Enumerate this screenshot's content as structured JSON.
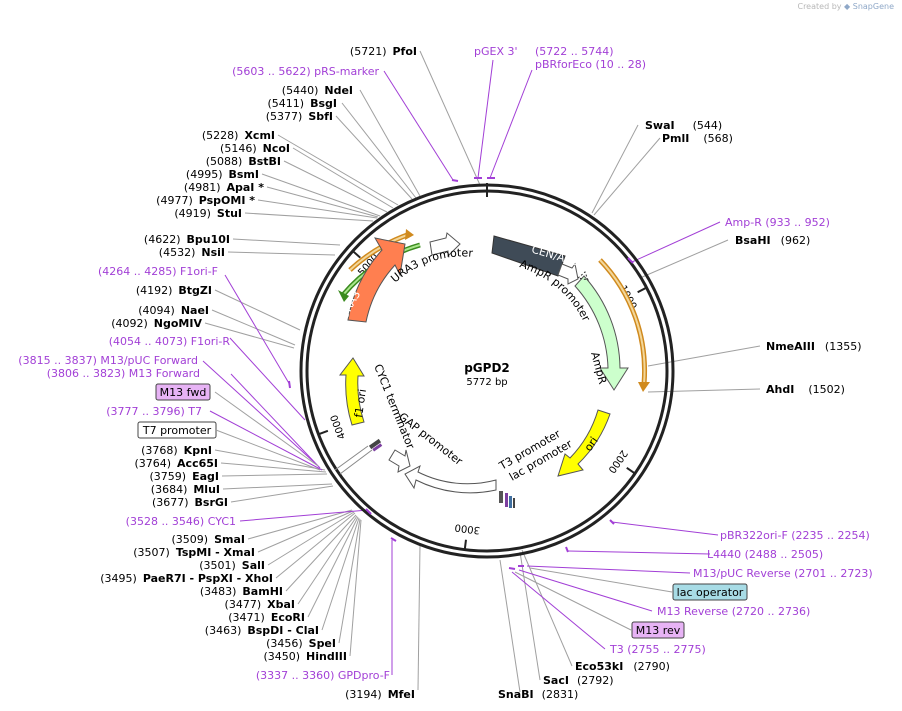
{
  "credit": {
    "prefix": "Created by",
    "brand": "SnapGene"
  },
  "plasmid": {
    "name": "pGPD2",
    "size": "5772 bp"
  },
  "ruler": [
    {
      "label": "1000",
      "angle": 62.4
    },
    {
      "label": "2000",
      "angle": 124.7
    },
    {
      "label": "3000",
      "angle": 187.1
    },
    {
      "label": "4000",
      "angle": 249.4
    },
    {
      "label": "5000",
      "angle": 311.8
    }
  ],
  "features": [
    {
      "name": "CEN/ARS",
      "color": "#3f4b57"
    },
    {
      "name": "AmpR promoter",
      "color": "#ffffff"
    },
    {
      "name": "AmpR",
      "color": "#ccffcc"
    },
    {
      "name": "ori",
      "color": "#ffff00"
    },
    {
      "name": "T3 promoter",
      "color": "#ffffff"
    },
    {
      "name": "lac promoter",
      "color": "#ffffff"
    },
    {
      "name": "GAP promoter",
      "color": "#ffffff"
    },
    {
      "name": "CYC1 terminator",
      "color": "#ffffff"
    },
    {
      "name": "f1 ori",
      "color": "#ffff00"
    },
    {
      "name": "URA3",
      "color": "#ff7f50"
    },
    {
      "name": "URA3 promoter",
      "color": "#ffffff"
    }
  ],
  "sites": [
    {
      "side": "L",
      "pos": "(5721)",
      "name": "PfoI",
      "bold": true
    },
    {
      "side": "L",
      "pos": "(5440)",
      "name": "NdeI",
      "bold": true
    },
    {
      "side": "L",
      "pos": "(5411)",
      "name": "BsgI",
      "bold": true
    },
    {
      "side": "L",
      "pos": "(5377)",
      "name": "SbfI",
      "bold": true
    },
    {
      "side": "L",
      "pos": "(5228)",
      "name": "XcmI",
      "bold": true
    },
    {
      "side": "L",
      "pos": "(5146)",
      "name": "NcoI",
      "bold": true
    },
    {
      "side": "L",
      "pos": "(5088)",
      "name": "BstBI",
      "bold": true
    },
    {
      "side": "L",
      "pos": "(4995)",
      "name": "BsmI",
      "bold": true
    },
    {
      "side": "L",
      "pos": "(4981)",
      "name": "ApaI *",
      "bold": true
    },
    {
      "side": "L",
      "pos": "(4977)",
      "name": "PspOMI *",
      "bold": true
    },
    {
      "side": "L",
      "pos": "(4919)",
      "name": "StuI",
      "bold": true
    },
    {
      "side": "L",
      "pos": "(4622)",
      "name": "Bpu10I",
      "bold": true
    },
    {
      "side": "L",
      "pos": "(4532)",
      "name": "NsiI",
      "bold": true
    },
    {
      "side": "L",
      "pos": "(4192)",
      "name": "BtgZI",
      "bold": true
    },
    {
      "side": "L",
      "pos": "(4094)",
      "name": "NaeI",
      "bold": true
    },
    {
      "side": "L",
      "pos": "(4092)",
      "name": "NgoMIV",
      "bold": true
    },
    {
      "side": "L",
      "pos": "(3768)",
      "name": "KpnI",
      "bold": true
    },
    {
      "side": "L",
      "pos": "(3764)",
      "name": "Acc65I",
      "bold": true
    },
    {
      "side": "L",
      "pos": "(3759)",
      "name": "EagI",
      "bold": true
    },
    {
      "side": "L",
      "pos": "(3684)",
      "name": "MluI",
      "bold": true
    },
    {
      "side": "L",
      "pos": "(3677)",
      "name": "BsrGI",
      "bold": true
    },
    {
      "side": "L",
      "pos": "(3509)",
      "name": "SmaI",
      "bold": true
    },
    {
      "side": "L",
      "pos": "(3507)",
      "name": "TspMI  - XmaI",
      "bold": true
    },
    {
      "side": "L",
      "pos": "(3501)",
      "name": "SalI",
      "bold": true
    },
    {
      "side": "L",
      "pos": "(3495)",
      "name": "PaeR7I  - PspXI  - XhoI",
      "bold": true
    },
    {
      "side": "L",
      "pos": "(3483)",
      "name": "BamHI",
      "bold": true
    },
    {
      "side": "L",
      "pos": "(3477)",
      "name": "XbaI",
      "bold": true
    },
    {
      "side": "L",
      "pos": "(3471)",
      "name": "EcoRI",
      "bold": true
    },
    {
      "side": "L",
      "pos": "(3463)",
      "name": "BspDI  - ClaI",
      "bold": true
    },
    {
      "side": "L",
      "pos": "(3456)",
      "name": "SpeI",
      "bold": true
    },
    {
      "side": "L",
      "pos": "(3450)",
      "name": "HindIII",
      "bold": true
    },
    {
      "side": "L",
      "pos": "(3194)",
      "name": "MfeI",
      "bold": true
    },
    {
      "side": "R",
      "pos": "(544)",
      "name": "SwaI",
      "bold": true
    },
    {
      "side": "R",
      "pos": "(568)",
      "name": "PmlI",
      "bold": true
    },
    {
      "side": "R",
      "pos": "(962)",
      "name": "BsaHI",
      "bold": true
    },
    {
      "side": "R",
      "pos": "(1355)",
      "name": "NmeAIII",
      "bold": true
    },
    {
      "side": "R",
      "pos": "(1502)",
      "name": "AhdI",
      "bold": true
    },
    {
      "side": "R",
      "pos": "(2790)",
      "name": "Eco53kI",
      "bold": true
    },
    {
      "side": "R",
      "pos": "(2792)",
      "name": "SacI",
      "bold": true
    },
    {
      "side": "R",
      "pos": "(2831)",
      "name": "SnaBI",
      "bold": true
    }
  ],
  "primers": [
    {
      "text": "(5603 .. 5622)  pRS-marker"
    },
    {
      "text": "pGEX 3'"
    },
    {
      "text": "(5722 .. 5744)"
    },
    {
      "text": "pBRforEco    (10 .. 28)"
    },
    {
      "text": "Amp-R    (933 .. 952)"
    },
    {
      "text": "(4264 .. 4285)  F1ori-F"
    },
    {
      "text": "(4054 .. 4073)  F1ori-R"
    },
    {
      "text": "(3815 .. 3837)  M13/pUC Forward"
    },
    {
      "text": "(3806 .. 3823)  M13 Forward"
    },
    {
      "text": "(3777 .. 3796)  T7"
    },
    {
      "text": "(3528 .. 3546)  CYC1"
    },
    {
      "text": "(3337 .. 3360)  GPDpro-F"
    },
    {
      "text": "pBR322ori-F    (2235 .. 2254)"
    },
    {
      "text": "L4440    (2488 .. 2505)"
    },
    {
      "text": "M13/pUC Reverse    (2701 .. 2723)"
    },
    {
      "text": "M13 Reverse    (2720 .. 2736)"
    },
    {
      "text": "T3    (2755 .. 2775)"
    }
  ],
  "boxes": [
    {
      "text": "M13 fwd",
      "fill": "#e7b3f5"
    },
    {
      "text": "T7 promoter",
      "fill": "#ffffff"
    },
    {
      "text": "lac operator",
      "fill": "#a8dce6"
    },
    {
      "text": "M13 rev",
      "fill": "#e7b3f5"
    }
  ]
}
